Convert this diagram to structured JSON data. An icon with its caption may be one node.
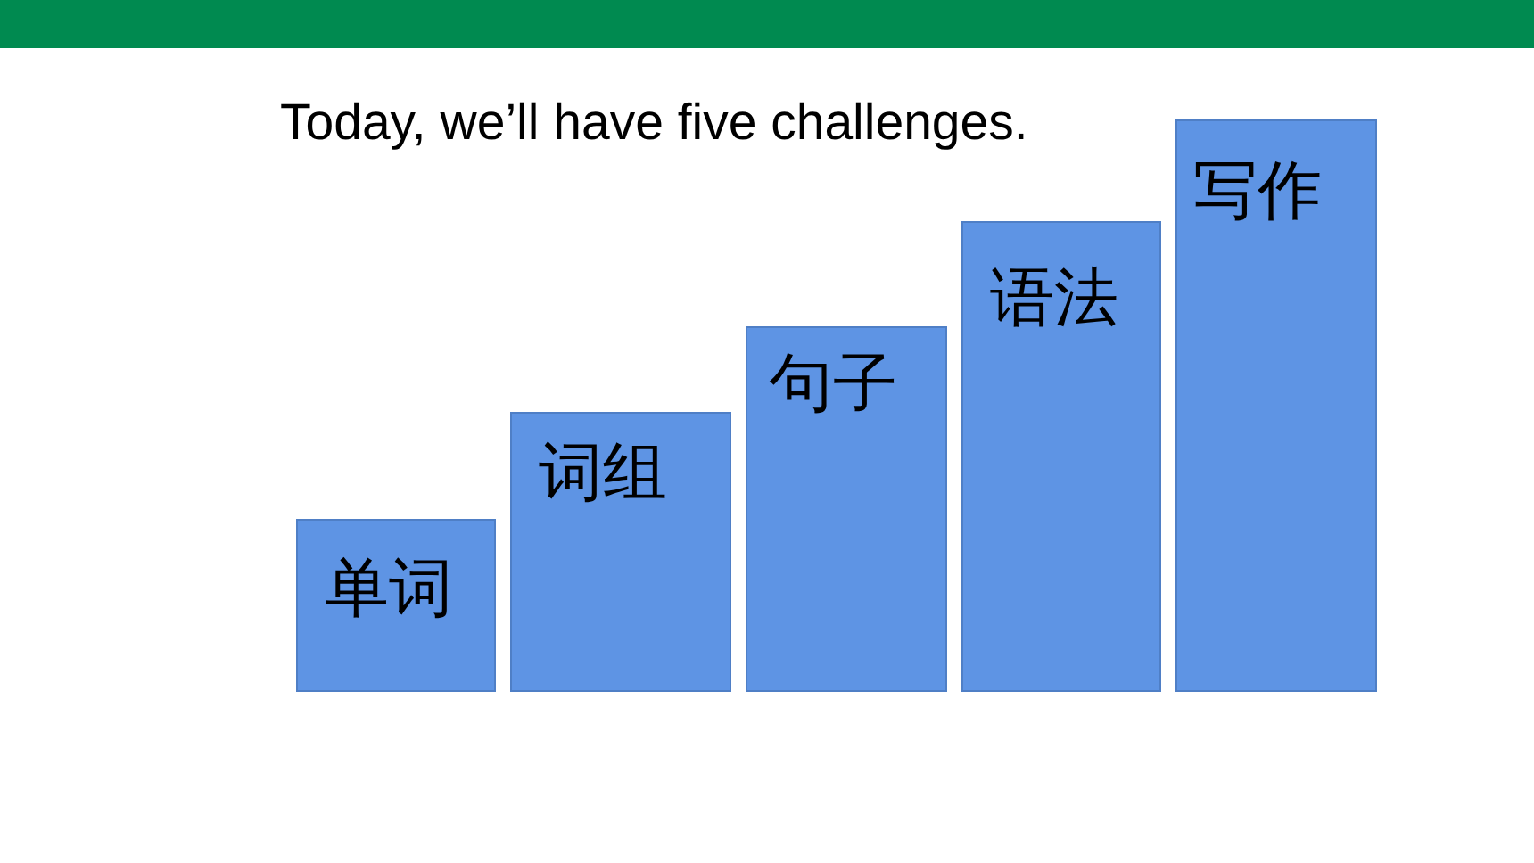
{
  "diagram": {
    "title": "Today, we’ll have five challenges.",
    "nodes": [
      {
        "text": [
          "单词"
        ]
      },
      {
        "text": [
          "词组"
        ]
      },
      {
        "text": [
          "句子"
        ]
      },
      {
        "text": [
          "语法"
        ]
      },
      {
        "text": [
          "写作"
        ]
      }
    ]
  }
}
